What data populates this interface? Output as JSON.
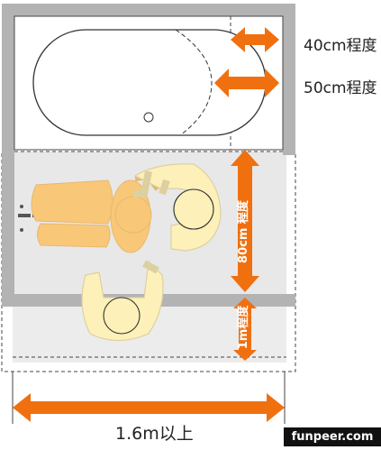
{
  "labels": {
    "gap_40": "40cm程度",
    "gap_50": "50cm程度",
    "depth_80": "80cm 程度",
    "depth_1m": "1m程度",
    "width": "1.6m以上"
  },
  "watermark": "funpeer.com",
  "colors": {
    "wall": "#b3b3b3",
    "floor": "#e8e8e8",
    "arrow": "#f07010",
    "person_yellow": "#fdf0b8",
    "person_orange": "#f8c878",
    "outline": "#333333"
  },
  "icons": [
    "drain-icon",
    "faucet-icon"
  ]
}
